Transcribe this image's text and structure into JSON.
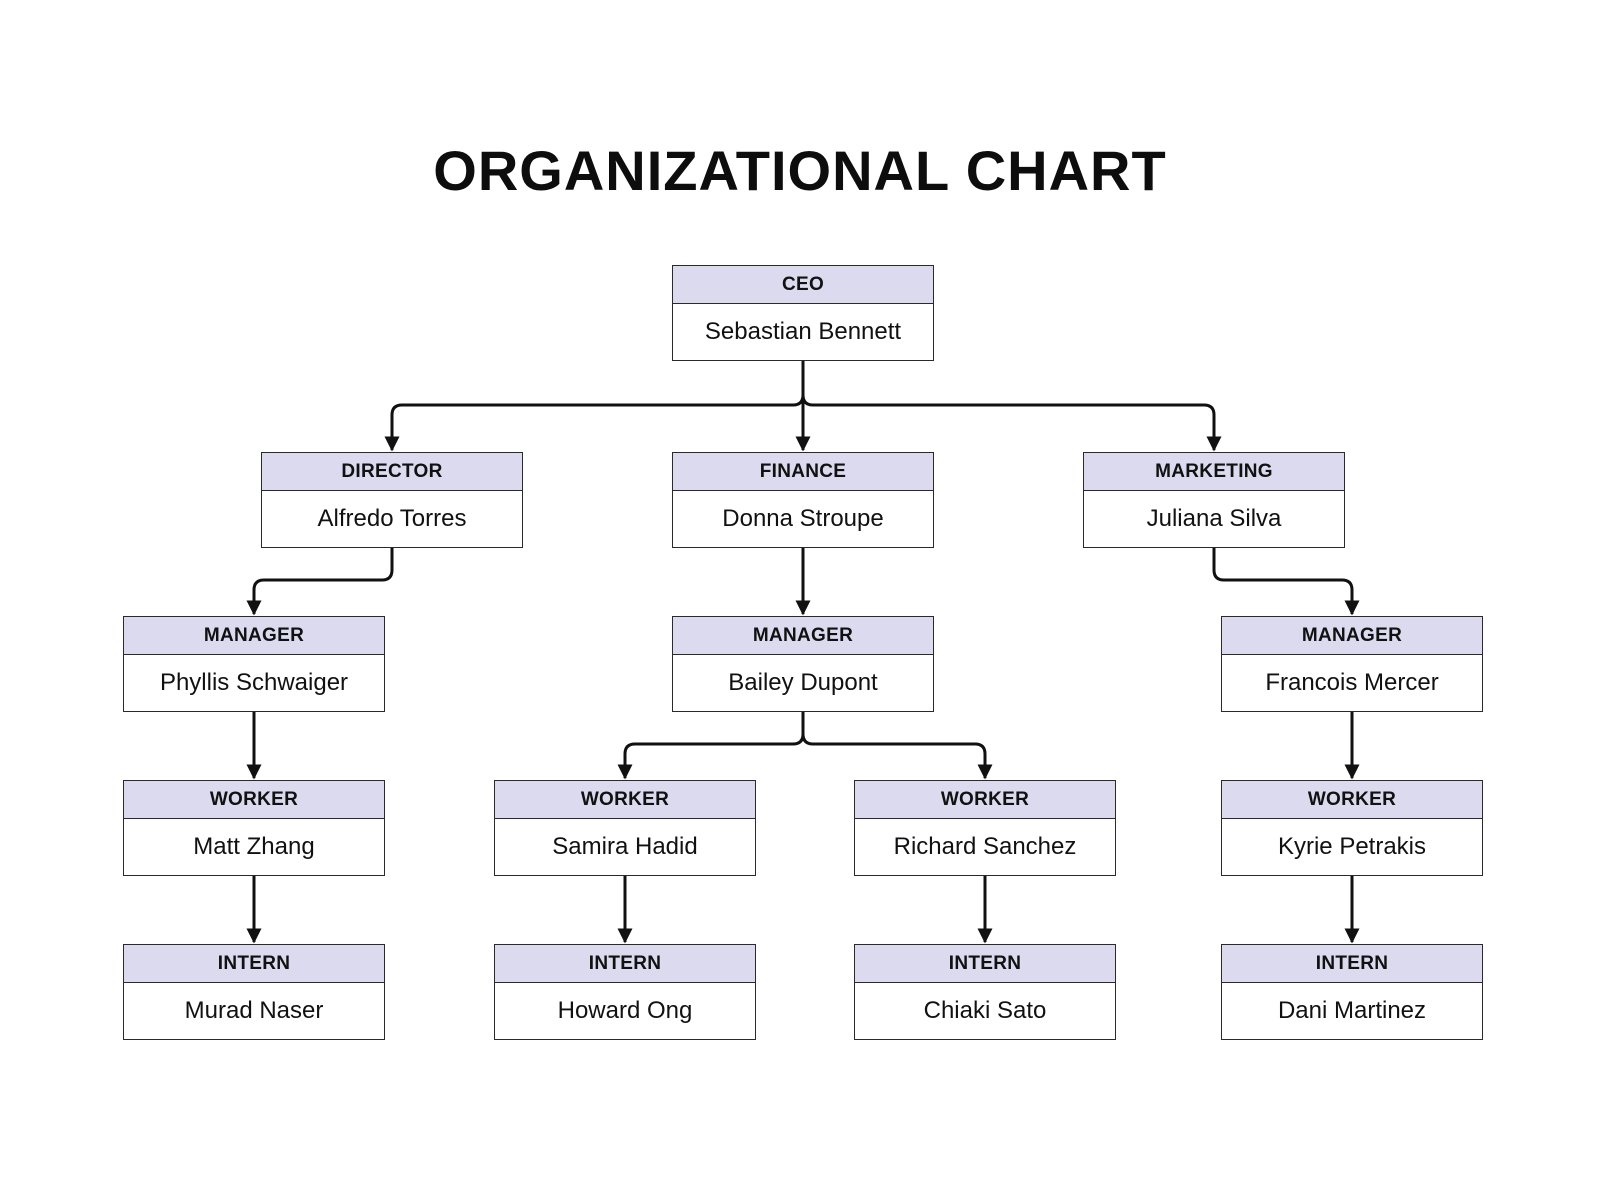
{
  "title": "ORGANIZATIONAL CHART",
  "colors": {
    "header_fill": "#dcdaee",
    "border": "#2a2a2a",
    "line": "#111111"
  },
  "nodes": [
    {
      "id": "ceo",
      "role": "CEO",
      "name": "Sebastian Bennett",
      "parent": null
    },
    {
      "id": "director",
      "role": "DIRECTOR",
      "name": "Alfredo Torres",
      "parent": "ceo"
    },
    {
      "id": "finance",
      "role": "FINANCE",
      "name": "Donna Stroupe",
      "parent": "ceo"
    },
    {
      "id": "marketing",
      "role": "MARKETING",
      "name": "Juliana Silva",
      "parent": "ceo"
    },
    {
      "id": "mgr-director",
      "role": "MANAGER",
      "name": "Phyllis Schwaiger",
      "parent": "director"
    },
    {
      "id": "mgr-finance",
      "role": "MANAGER",
      "name": "Bailey Dupont",
      "parent": "finance"
    },
    {
      "id": "mgr-marketing",
      "role": "MANAGER",
      "name": "Francois Mercer",
      "parent": "marketing"
    },
    {
      "id": "worker-matt",
      "role": "WORKER",
      "name": "Matt Zhang",
      "parent": "mgr-director"
    },
    {
      "id": "worker-samira",
      "role": "WORKER",
      "name": "Samira Hadid",
      "parent": "mgr-finance"
    },
    {
      "id": "worker-richard",
      "role": "WORKER",
      "name": "Richard Sanchez",
      "parent": "mgr-finance"
    },
    {
      "id": "worker-kyrie",
      "role": "WORKER",
      "name": "Kyrie Petrakis",
      "parent": "mgr-marketing"
    },
    {
      "id": "intern-murad",
      "role": "INTERN",
      "name": "Murad Naser",
      "parent": "worker-matt"
    },
    {
      "id": "intern-howard",
      "role": "INTERN",
      "name": "Howard Ong",
      "parent": "worker-samira"
    },
    {
      "id": "intern-chiaki",
      "role": "INTERN",
      "name": "Chiaki Sato",
      "parent": "worker-richard"
    },
    {
      "id": "intern-dani",
      "role": "INTERN",
      "name": "Dani Martinez",
      "parent": "worker-kyrie"
    }
  ]
}
